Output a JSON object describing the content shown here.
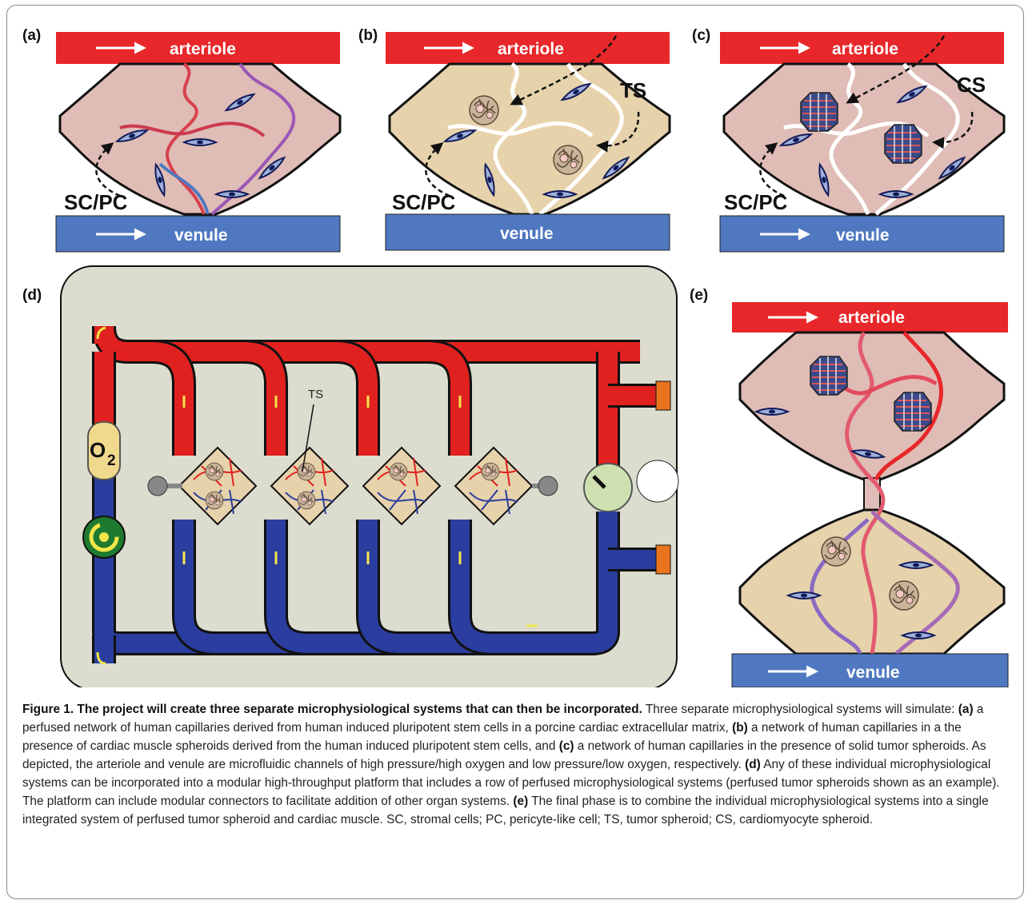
{
  "panels": {
    "a": {
      "label": "(a)",
      "top": "arteriole",
      "bottom": "venule",
      "cell_label": "SC/PC"
    },
    "b": {
      "label": "(b)",
      "top": "arteriole",
      "bottom": "venule",
      "cell_label": "SC/PC",
      "spheroid_label": "TS"
    },
    "c": {
      "label": "(c)",
      "top": "arteriole",
      "bottom": "venule",
      "cell_label": "SC/PC",
      "spheroid_label": "CS"
    },
    "d": {
      "label": "(d)",
      "oxygen": "O",
      "oxygen_sub": "2",
      "spheroid_label": "TS"
    },
    "e": {
      "label": "(e)",
      "top": "arteriole",
      "bottom": "venule"
    }
  },
  "colors": {
    "arteriole": "#e8272a",
    "venule": "#4f78c0",
    "matrix_pink": "#dfbcb5",
    "matrix_tan": "#e6d2ab",
    "chip": "#dcdccf",
    "artery_chip": "#e0211f",
    "vein_chip": "#2b3d9e"
  },
  "caption": {
    "title": "Figure 1. The project will create three separate microphysiological systems that can then be incorporated.",
    "s1": " Three separate microphysiological systems will simulate: ",
    "a": "(a)",
    "s2": " a perfused network of human capillaries derived from human induced pluripotent stem cells in a porcine cardiac extracellular matrix, ",
    "b": "(b)",
    "s3": " a network of human capillaries in a the presence of cardiac muscle spheroids derived from the human induced pluripotent stem cells, and ",
    "c": "(c)",
    "s4": " a network of human capillaries in the presence of solid tumor spheroids. As depicted, the arteriole and venule are microfluidic channels of high pressure/high oxygen and low pressure/low oxygen, respectively. ",
    "d": "(d)",
    "s5": " Any of these individual microphysiological systems can be incorporated into a modular high-throughput platform that includes a row of perfused microphysiological systems (perfused tumor spheroids shown as an example). The platform can include modular connectors to facilitate addition of other organ systems. ",
    "e": "(e)",
    "s6": " The final phase is to combine the individual microphysiological systems into a single integrated system of perfused tumor spheroid and cardiac muscle. SC, stromal cells; PC, pericyte-like cell; TS, tumor spheroid; CS, cardiomyocyte spheroid."
  }
}
